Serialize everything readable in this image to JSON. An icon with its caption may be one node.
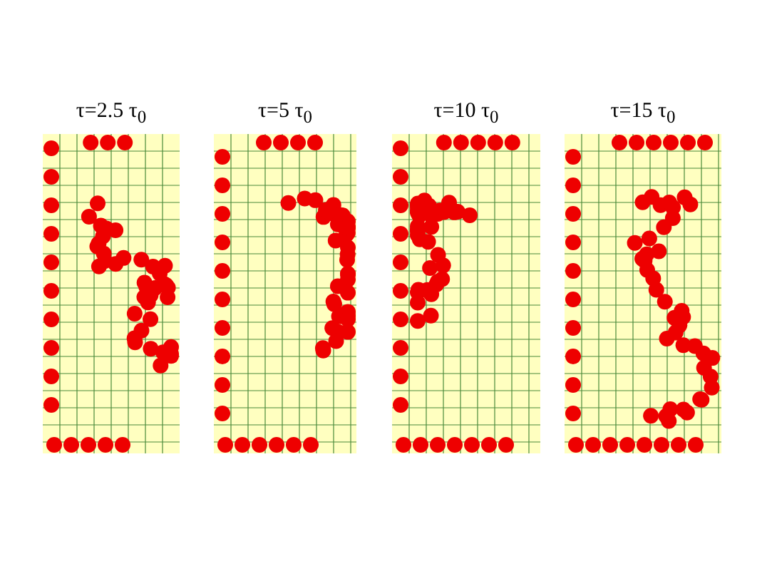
{
  "diagram": {
    "nodes": [
      {
        "text": [
          "τ=2.5 τ$_{0}$"
        ]
      },
      {
        "text": [
          "τ=5 τ$_{0}$"
        ]
      },
      {
        "text": [
          "τ=10 τ$_{0}$"
        ]
      },
      {
        "text": [
          "τ=15 τ$_{0}$"
        ]
      }
    ]
  }
}
